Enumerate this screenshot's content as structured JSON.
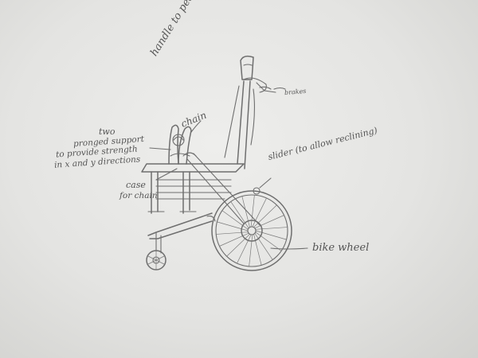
{
  "labels": {
    "handles": "handle to peddle",
    "chain": "chain",
    "brakes": "brakes",
    "two": "two",
    "pronged": "pronged support",
    "provide": "to provide strength",
    "inxy": "in x and y directions",
    "case": "case",
    "forchain": "for chain",
    "slider": "slider (to allow reclining)",
    "wheel": "bike wheel"
  },
  "colors": {
    "pencil": "#6e6e6e",
    "paper": "#e8e8e6"
  }
}
